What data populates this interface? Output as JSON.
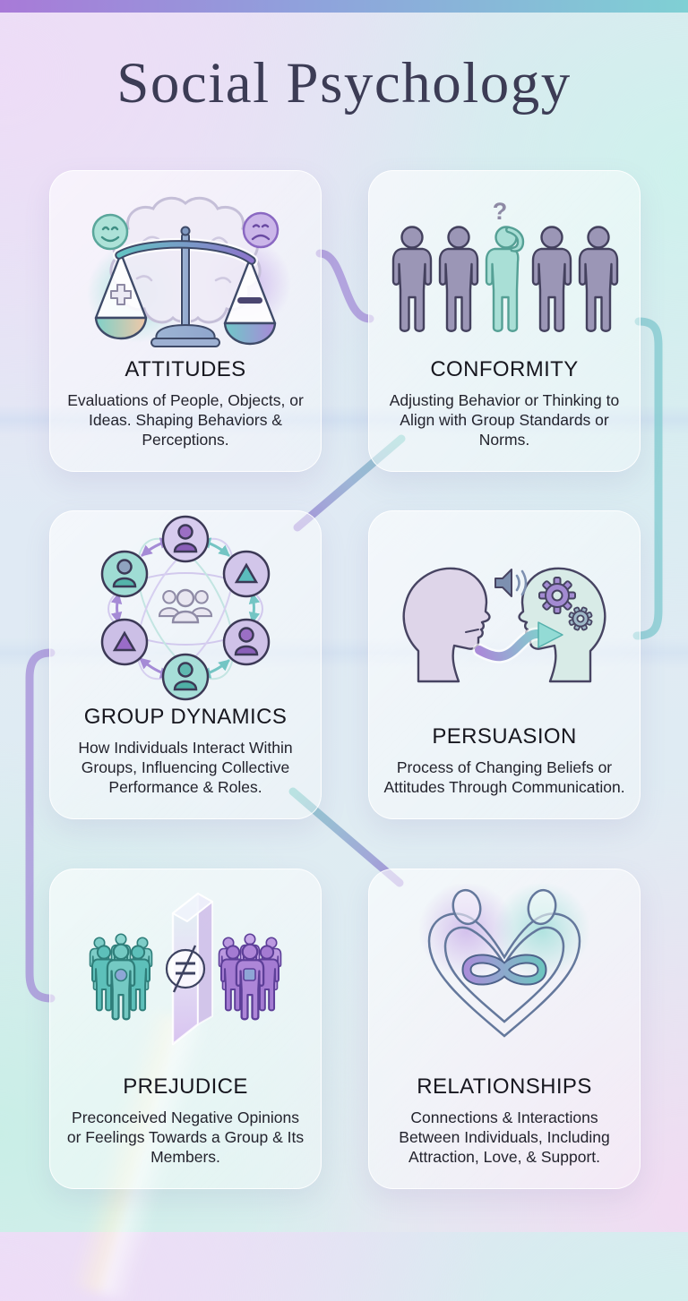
{
  "title": "Social Psychology",
  "cards": [
    {
      "title": "ATTITUDES",
      "description": "Evaluations of People, Objects, or Ideas. Shaping Behaviors & Perceptions.",
      "icon": "brain-balance-scale-icon"
    },
    {
      "title": "CONFORMITY",
      "description": "Adjusting Behavior or Thinking to Align with Group Standards or Norms.",
      "icon": "people-row-question-icon"
    },
    {
      "title": "GROUP DYNAMICS",
      "description": "How Individuals Interact Within Groups, Influencing Collective Performance & Roles.",
      "icon": "network-nodes-icon"
    },
    {
      "title": "PERSUASION",
      "description": "Process of Changing Beliefs or Attitudes Through Communication.",
      "icon": "speaking-heads-icon"
    },
    {
      "title": "PREJUDICE",
      "description": "Preconceived Negative Opinions or Feelings Towards a Group & Its Members.",
      "icon": "divided-groups-icon"
    },
    {
      "title": "RELATIONSHIPS",
      "description": "Connections & Interactions Between Individuals, Including Attraction, Love, & Support.",
      "icon": "heart-infinity-icon"
    }
  ],
  "glyphs": {
    "question": "?",
    "plus": "+",
    "minus": "−",
    "not_equal": "≠"
  },
  "colors": {
    "accent_purple": "#a893da",
    "accent_teal": "#7fccd0",
    "title_text": "#3c3c55",
    "body_text": "#23232d",
    "top_strip": [
      "#a87ad8",
      "#8fa2dc",
      "#7fd0d4"
    ]
  }
}
